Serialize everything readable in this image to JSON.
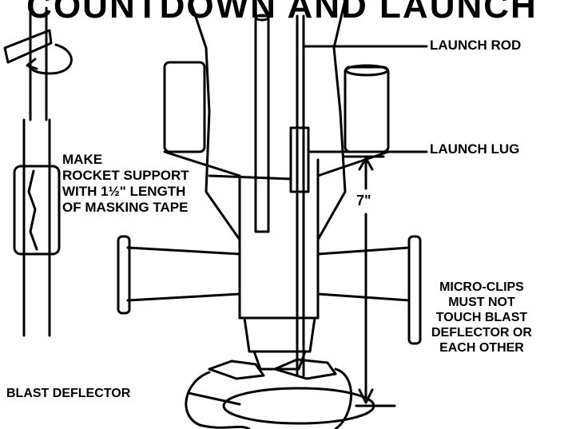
{
  "title": "COUNTDOWN AND LAUNCH",
  "labels": {
    "launch_rod": "LAUNCH ROD",
    "launch_lug": "LAUNCH LUG",
    "distance": "7\"",
    "rocket_support": [
      "MAKE",
      "ROCKET SUPPORT",
      "WITH 1½\" LENGTH",
      "OF MASKING TAPE"
    ],
    "micro_clips": [
      "MICRO-CLIPS",
      "MUST NOT",
      "TOUCH BLAST",
      "DEFLECTOR OR",
      "EACH OTHER"
    ],
    "blast_deflector": "BLAST DEFLECTOR"
  },
  "colors": {
    "ink": "#000000",
    "paper": "#ffffff"
  }
}
